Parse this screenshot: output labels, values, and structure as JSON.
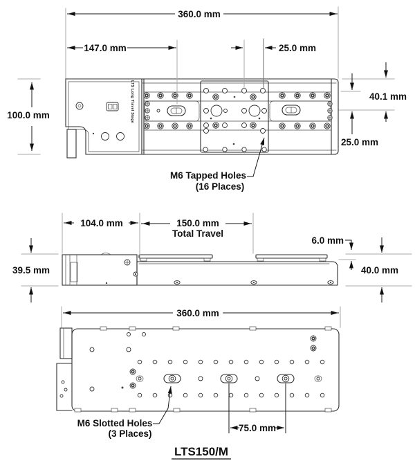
{
  "drawing": {
    "part_number": "LTS150/M",
    "colors": {
      "ink": "#1a1a1a",
      "muted_line": "#a8a8a8"
    },
    "views": {
      "top": {
        "stage_label": "LTS Long Travel Stage",
        "dim_overall": "360.0 mm",
        "dim_left_section": "147.0 mm",
        "dim_hole_offset": "25.0 mm",
        "dim_depth": "100.0 mm",
        "dim_top_to_center": "40.1 mm",
        "dim_row_to_center": "25.0 mm",
        "callout_line1": "M6 Tapped Holes",
        "callout_line2": "(16 Places)"
      },
      "side": {
        "dim_motor_length": "104.0 mm",
        "dim_travel": "150.0 mm",
        "dim_travel_sub": "Total Travel",
        "dim_platform_height": "6.0 mm",
        "dim_body_height": "39.5 mm",
        "dim_overall_height": "40.0 mm"
      },
      "bottom": {
        "dim_overall": "360.0 mm",
        "dim_slot_spacing": "75.0 mm",
        "callout_line1": "M6 Slotted Holes",
        "callout_line2": "(3 Places)"
      }
    }
  }
}
